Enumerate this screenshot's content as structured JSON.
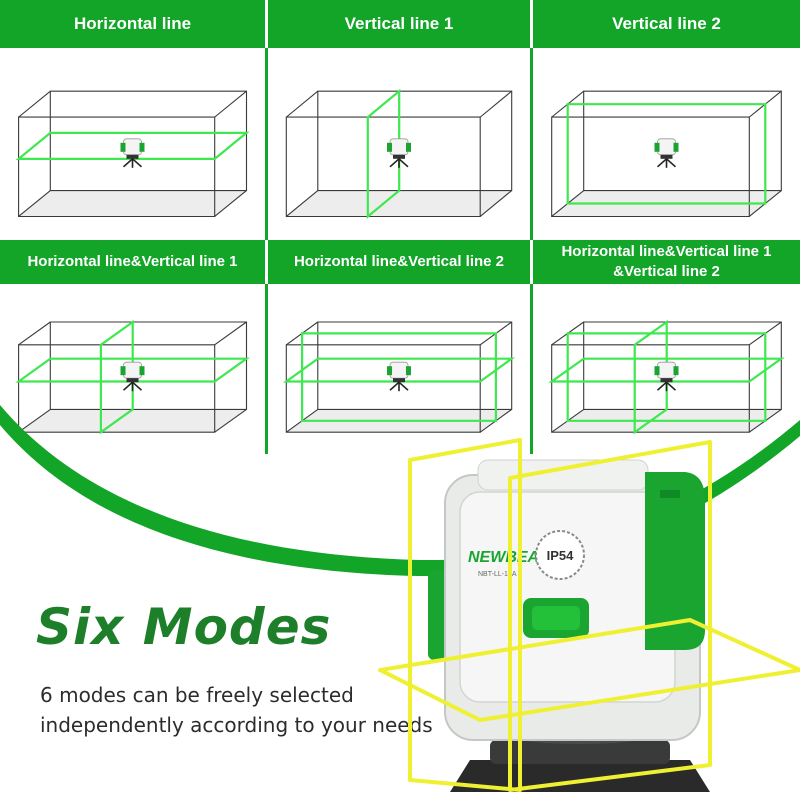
{
  "colors": {
    "brand_green": "#12a528",
    "laser_green": "#3ee84e",
    "laser_yellow": "#f0f032",
    "title_green": "#1d7f2a"
  },
  "modes": [
    {
      "label_lines": [
        "Horizontal line"
      ],
      "lines": [
        "H"
      ]
    },
    {
      "label_lines": [
        "Vertical line 1"
      ],
      "lines": [
        "V1"
      ]
    },
    {
      "label_lines": [
        "Vertical line 2"
      ],
      "lines": [
        "V2"
      ]
    },
    {
      "label_lines": [
        "Horizontal line&Vertical line 1"
      ],
      "lines": [
        "H",
        "V1"
      ]
    },
    {
      "label_lines": [
        "Horizontal line&Vertical line 2"
      ],
      "lines": [
        "H",
        "V2"
      ]
    },
    {
      "label_lines": [
        "Horizontal line&Vertical line 1",
        "&Vertical line 2"
      ],
      "lines": [
        "H",
        "V1",
        "V2"
      ]
    }
  ],
  "headline": "Six Modes",
  "description_lines": [
    "6 modes can be freely selected",
    "independently according to your needs"
  ],
  "device": {
    "brand": "NEWBEAT",
    "model": "NBT-LL-12A",
    "rating_badge": "IP54"
  }
}
